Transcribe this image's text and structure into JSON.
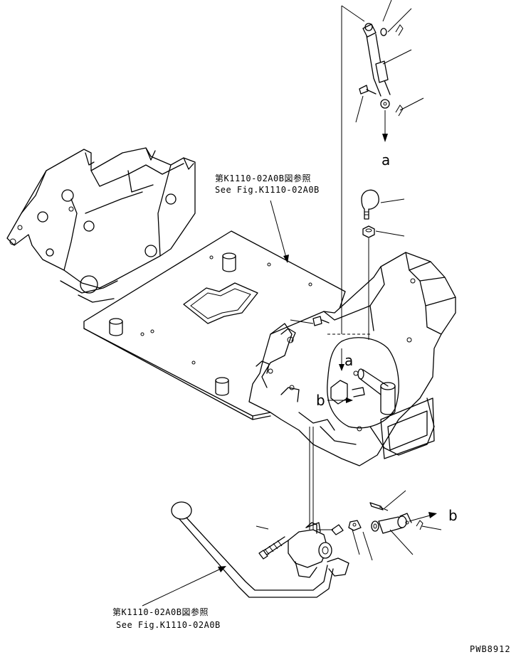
{
  "references": {
    "upper": {
      "line1": "第K1110-02A0B図参照",
      "line2": "See Fig.K1110-02A0B"
    },
    "lower": {
      "line1": "第K1110-02A0B図参照",
      "line2": "See Fig.K1110-02A0B"
    }
  },
  "connection_labels": {
    "a_top": "a",
    "a_mid": "a",
    "b_mid": "b",
    "b_right": "b"
  },
  "drawing_code": "PWB8912"
}
